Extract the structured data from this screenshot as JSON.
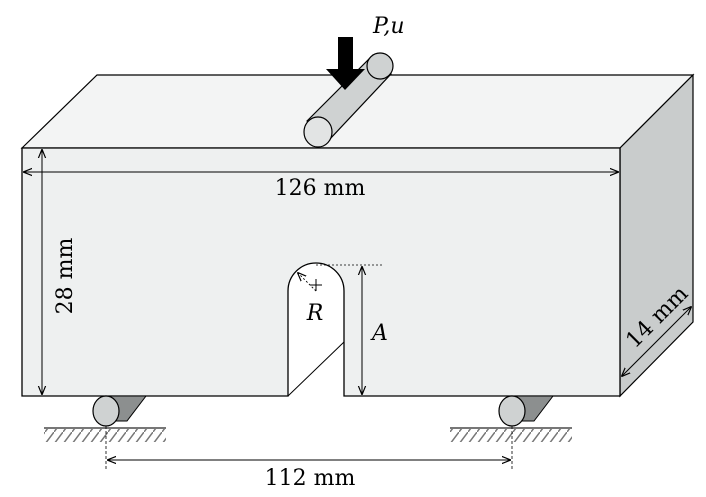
{
  "diagram": {
    "load_label": "P,u",
    "length_label": "126 mm",
    "height_label": "28 mm",
    "depth_label": "14 mm",
    "span_label": "112 mm",
    "notch_radius_label": "R",
    "notch_depth_label": "A"
  },
  "colors": {
    "front_face": "#eef0f0",
    "top_face": "#f3f4f4",
    "side_face": "#c9cccc",
    "roller": "#cfd2d2",
    "roller_dark": "#8c8f8f",
    "outline": "#000000",
    "ground": "#777777"
  }
}
